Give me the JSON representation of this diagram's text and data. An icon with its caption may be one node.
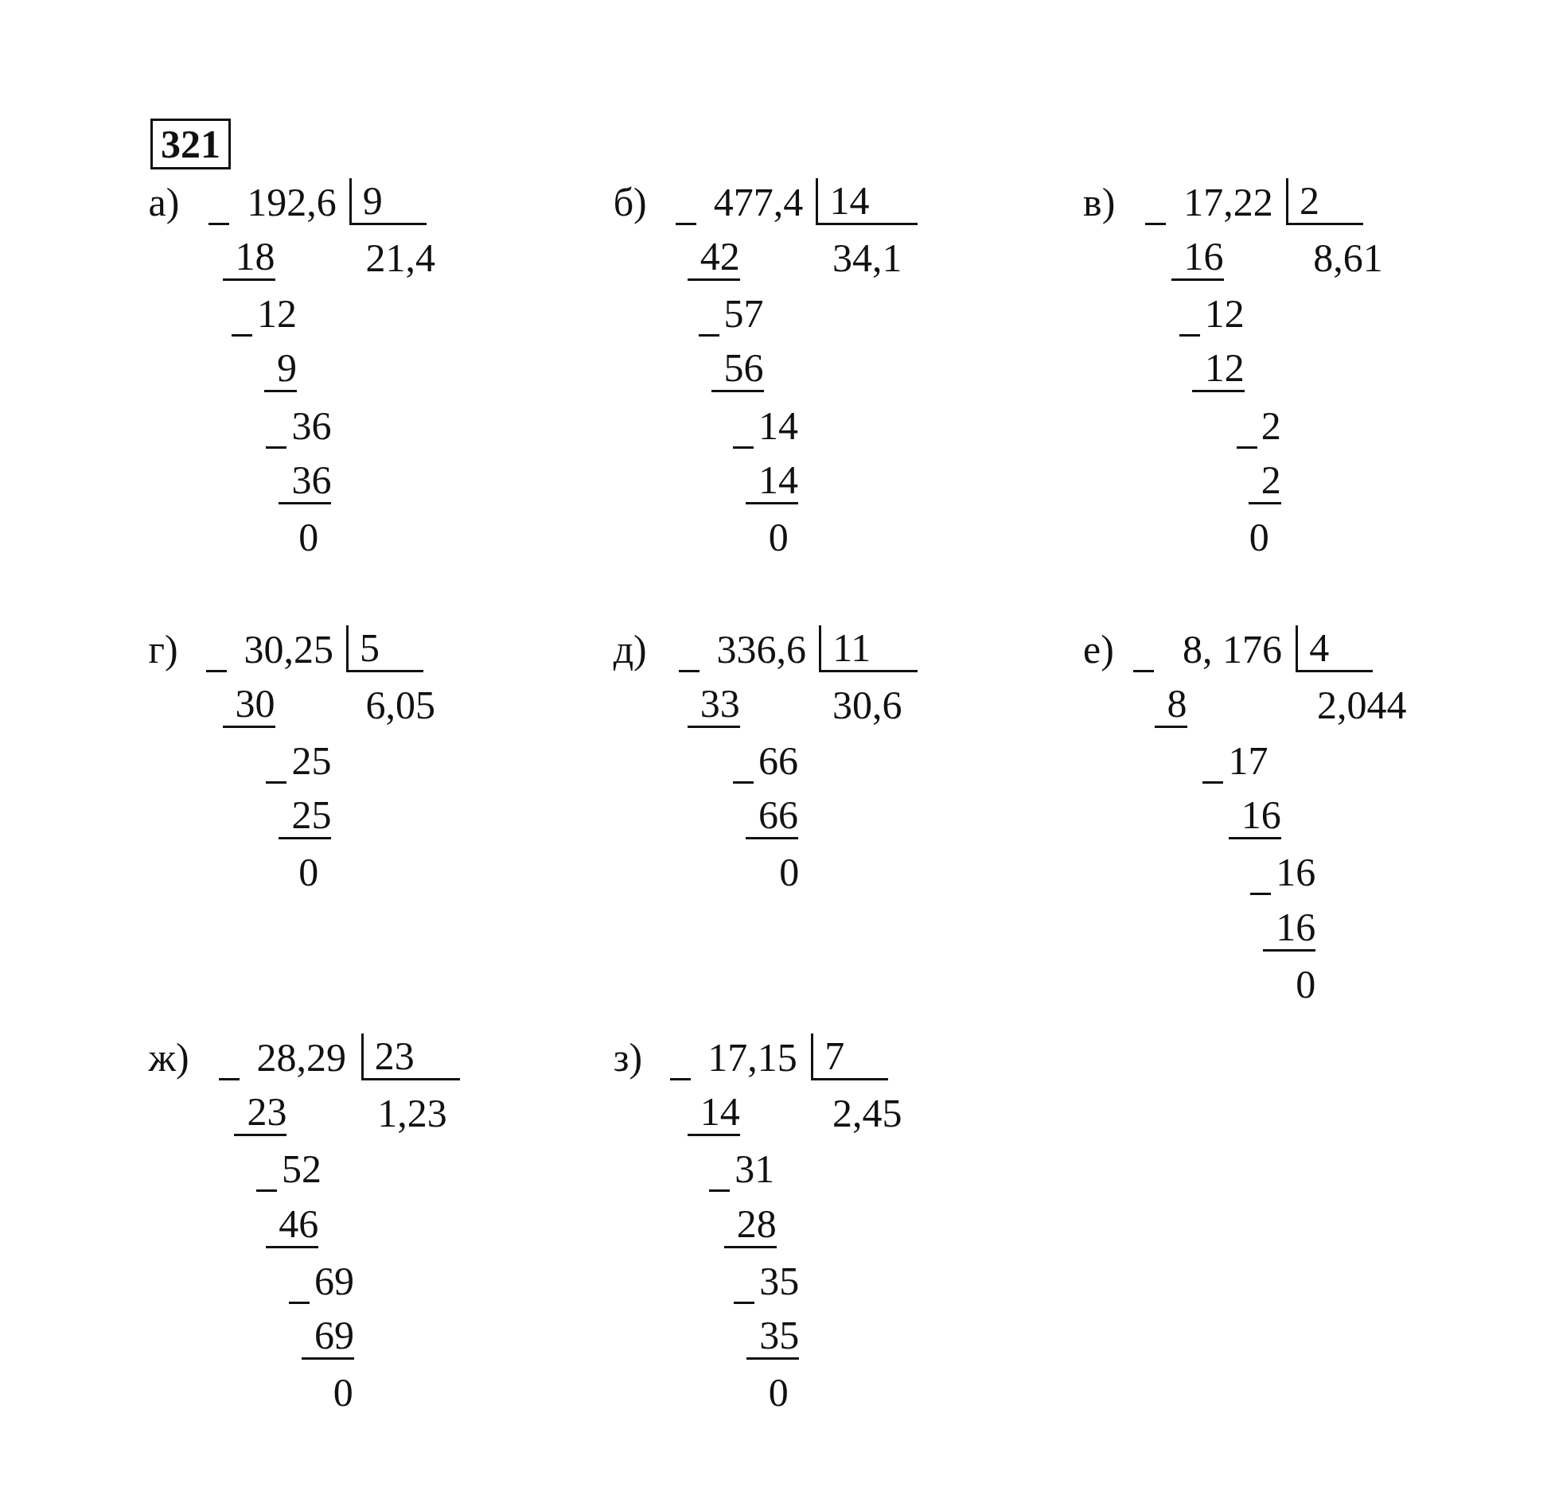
{
  "diagram": {
    "title": "321",
    "labels": [
      "а)",
      "192,6",
      "9",
      "18",
      "21,4",
      "12",
      "9",
      "36",
      "36",
      "0",
      "б)",
      "477,4",
      "14",
      "42",
      "34,1",
      "57",
      "56",
      "14",
      "14",
      "0",
      "в)",
      "17,22",
      "2",
      "16",
      "8,61",
      "12",
      "12",
      "2",
      "2",
      "0",
      "г)",
      "30,25",
      "5",
      "30",
      "6,05",
      "25",
      "25",
      "0",
      "д)",
      "336,6",
      "11",
      "33",
      "30,6",
      "66",
      "66",
      "0",
      "е)",
      "8, 176",
      "4",
      "8",
      "2,044",
      "17",
      "16",
      "16",
      "16",
      "0",
      "ж)",
      "28,29",
      "23",
      "23",
      "1,23",
      "52",
      "46",
      "69",
      "69",
      "0",
      "з)",
      "17,15",
      "7",
      "14",
      "2,45",
      "31",
      "28",
      "35",
      "35",
      "0"
    ]
  }
}
